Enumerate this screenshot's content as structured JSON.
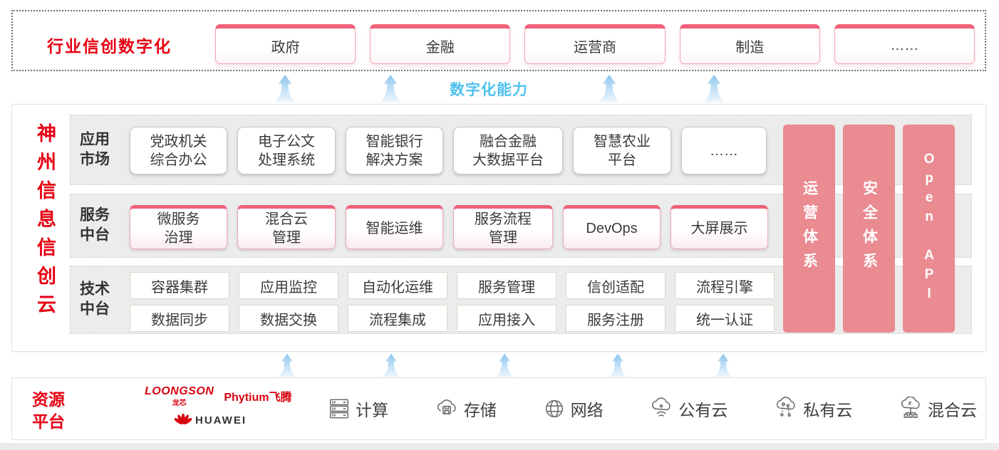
{
  "top_banner": {
    "title": "行业信创数字化",
    "industries": [
      "政府",
      "金融",
      "运营商",
      "制造",
      "……"
    ]
  },
  "capability_label": "数字化能力",
  "platform": {
    "vertical_title": "神州信息信创云",
    "app_market": {
      "label": "应用\n市场",
      "items": [
        "党政机关\n综合办公",
        "电子公文\n处理系统",
        "智能银行\n解决方案",
        "融合金融\n大数据平台",
        "智慧农业\n平台",
        "……"
      ]
    },
    "service_platform": {
      "label": "服务\n中台",
      "items": [
        "微服务\n治理",
        "混合云\n管理",
        "智能运维",
        "服务流程\n管理",
        "DevOps",
        "大屏展示"
      ]
    },
    "tech_platform": {
      "label": "技术\n中台",
      "row_top": [
        "容器集群",
        "应用监控",
        "自动化运维",
        "服务管理",
        "信创适配",
        "流程引擎"
      ],
      "row_bottom": [
        "数据同步",
        "数据交换",
        "流程集成",
        "应用接入",
        "服务注册",
        "统一认证"
      ]
    },
    "side_bars": [
      "运营体系",
      "安全体系",
      "Open API"
    ]
  },
  "resource_platform": {
    "label": "资源\n平台",
    "vendors": {
      "loongson_en": "LOONGSON",
      "loongson_cn": "龙芯",
      "phytium": "Phytium飞腾",
      "huawei": "HUAWEI"
    },
    "items": [
      {
        "label": "计算",
        "icon": "server-icon"
      },
      {
        "label": "存储",
        "icon": "cloud-storage-icon"
      },
      {
        "label": "网络",
        "icon": "network-globe-icon"
      },
      {
        "label": "公有云",
        "icon": "public-cloud-icon"
      },
      {
        "label": "私有云",
        "icon": "private-cloud-icon"
      },
      {
        "label": "混合云",
        "icon": "hybrid-cloud-icon"
      }
    ]
  },
  "colors": {
    "accent_red": "#e60012",
    "logo_red": "#d7000f",
    "pillar_pink": "#ea8a91",
    "card_strip_pink": "#f1607a",
    "card_border_pink": "#f0a5b2",
    "capability_blue": "#4fc1f0",
    "panel_gray": "#ececec",
    "text_dark": "#3a3a3a"
  }
}
